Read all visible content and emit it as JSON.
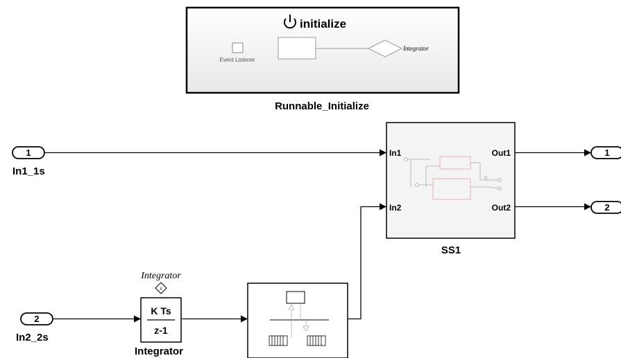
{
  "runnable": {
    "title": "initialize",
    "event_listener_label": "Event Listener",
    "integrator_ref": "Integrator",
    "name": "Runnable_Initialize",
    "icon": "power-icon"
  },
  "inports": [
    {
      "number": "1",
      "name": "In1_1s"
    },
    {
      "number": "2",
      "name": "In2_2s"
    }
  ],
  "outports": [
    {
      "number": "1"
    },
    {
      "number": "2"
    }
  ],
  "subsystem": {
    "name": "SS1",
    "in1": "In1",
    "in2": "In2",
    "out1": "Out1",
    "out2": "Out2"
  },
  "integrator": {
    "tag": "Integrator",
    "gain": "K Ts",
    "denominator": "z-1",
    "name": "Integrator",
    "reset_symbol": "x"
  },
  "colors": {
    "line": "#000000",
    "block_border": "#000000",
    "subsystem_fill": "#f2f2f2",
    "inner_red": "#e8a0a0",
    "inner_gray": "#aaaaaa"
  }
}
